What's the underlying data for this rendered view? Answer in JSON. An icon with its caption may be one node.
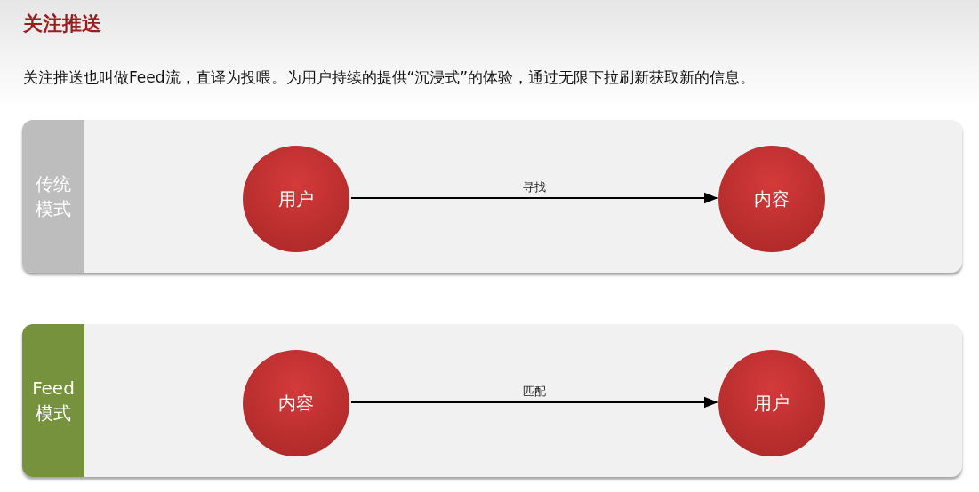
{
  "diagram": {
    "title": "关注推送",
    "nodes": [
      {
        "text": [
          "传统模式"
        ]
      },
      {
        "text": [
          "用户"
        ],
        "in": 0
      },
      {
        "text": [
          "内容"
        ],
        "in": 0
      },
      {
        "text": [
          "Feed模式"
        ]
      },
      {
        "text": [
          "内容"
        ],
        "in": 3
      },
      {
        "text": [
          "用户"
        ],
        "in": 3
      }
    ],
    "edges": [
      {
        "from": 1,
        "to": 2,
        "arrow": "to",
        "label": "寻找"
      },
      {
        "from": 4,
        "to": 5,
        "arrow": "to",
        "label": "匹配"
      }
    ],
    "labels": [
      "关注推送也叫做Feed流，直译为投喂。为用户持续的提供“沉浸式”的体验，通过无限下拉刷新获取新的信息。"
    ]
  }
}
